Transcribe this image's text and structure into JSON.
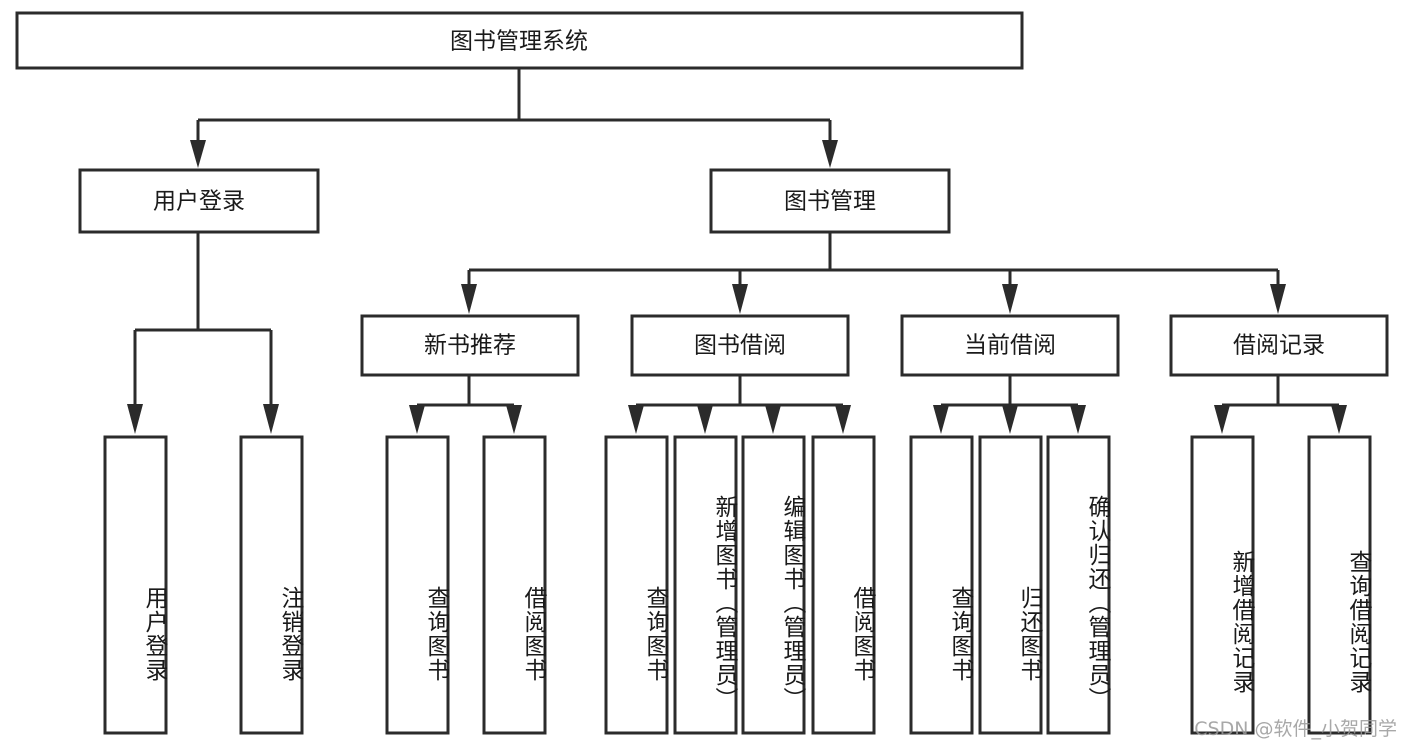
{
  "diagram": {
    "title": "图书管理系统",
    "type": "tree-hierarchy",
    "orientation": "top-down",
    "watermark": "CSDN @软件_小贺同学",
    "colors": {
      "stroke": "#2b2b2b",
      "fill": "#ffffff",
      "text": "#1a1a1a",
      "watermark": "#9a9a9a"
    },
    "root": {
      "label": "图书管理系统"
    },
    "level2": [
      {
        "label": "用户登录"
      },
      {
        "label": "图书管理"
      }
    ],
    "level3": [
      {
        "label": "新书推荐"
      },
      {
        "label": "图书借阅"
      },
      {
        "label": "当前借阅"
      },
      {
        "label": "借阅记录"
      }
    ],
    "leaves": {
      "user_login": [
        {
          "label": "用户登录"
        },
        {
          "label": "注销登录"
        }
      ],
      "new_book_recommend": [
        {
          "label": "查询图书"
        },
        {
          "label": "借阅图书"
        }
      ],
      "book_borrow": [
        {
          "label": "查询图书"
        },
        {
          "label": "新增图书（管理员）"
        },
        {
          "label": "编辑图书（管理员）"
        },
        {
          "label": "借阅图书"
        }
      ],
      "current_borrow": [
        {
          "label": "查询图书"
        },
        {
          "label": "归还图书"
        },
        {
          "label": "确认归还（管理员）"
        }
      ],
      "borrow_record": [
        {
          "label": "新增借阅记录"
        },
        {
          "label": "查询借阅记录"
        }
      ]
    }
  }
}
